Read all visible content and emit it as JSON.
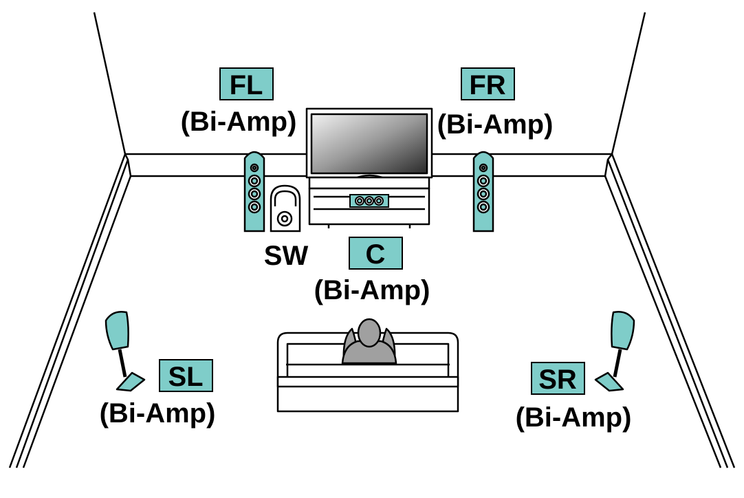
{
  "colors": {
    "accent": "#7fcdc9",
    "line": "#000000",
    "background": "#ffffff"
  },
  "speakers": {
    "front_left": {
      "code": "FL",
      "mode": "(Bi-Amp)"
    },
    "front_right": {
      "code": "FR",
      "mode": "(Bi-Amp)"
    },
    "center": {
      "code": "C",
      "mode": "(Bi-Amp)"
    },
    "subwoofer": {
      "code": "SW"
    },
    "surround_left": {
      "code": "SL",
      "mode": "(Bi-Amp)"
    },
    "surround_right": {
      "code": "SR",
      "mode": "(Bi-Amp)"
    }
  },
  "icons": [
    "tower-speaker-icon",
    "center-speaker-icon",
    "subwoofer-icon",
    "surround-speaker-icon",
    "tv-icon",
    "sofa-icon",
    "listener-icon"
  ]
}
